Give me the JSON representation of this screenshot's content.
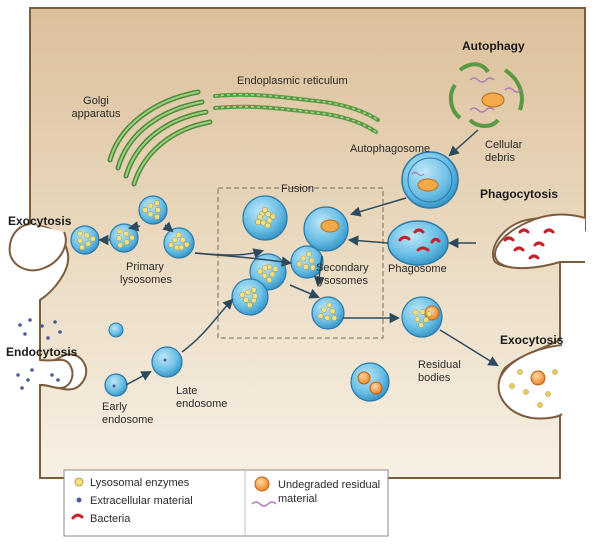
{
  "labels": {
    "golgi": [
      "Golgi",
      "apparatus"
    ],
    "er": "Endoplasmic reticulum",
    "autophagy": "Autophagy",
    "autophagosome": "Autophagosome",
    "cellular_debris": [
      "Cellular",
      "debris"
    ],
    "fusion": "Fusion",
    "exocytosis_left": "Exocytosis",
    "primary_lysosomes": [
      "Primary",
      "lysosomes"
    ],
    "phagocytosis": "Phagocytosis",
    "phagosome": "Phagosome",
    "secondary_lysosomes": [
      "Secondary",
      "lysosomes"
    ],
    "endocytosis": "Endocytosis",
    "residual_bodies": [
      "Residual",
      "bodies"
    ],
    "exocytosis_right": "Exocytosis",
    "late_endosome": [
      "Late",
      "endosome"
    ],
    "early_endosome": [
      "Early",
      "endosome"
    ]
  },
  "legend": {
    "items": [
      "Lysosomal enzymes",
      "Extracellular material",
      "Bacteria"
    ],
    "residual": [
      "Undegraded residual",
      "material"
    ]
  },
  "colors": {
    "cytoplasm": "#ead9bd",
    "membrane": "#8a6b4a",
    "vesicle": "#5fb6de",
    "vesicle_edge": "#2b7aa8",
    "enzyme": "#f3e28a",
    "golgi": "#6fa858",
    "bacteria": "#c8202a",
    "residual": "#f09a3a",
    "arrow": "#2e4a5e",
    "debris": "#b07ab8"
  }
}
